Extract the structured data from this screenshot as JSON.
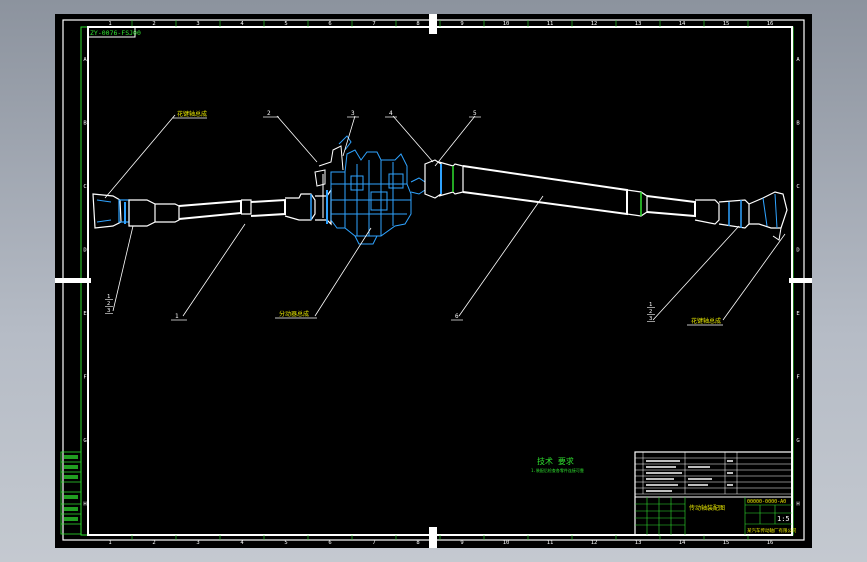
{
  "drawing": {
    "code_tag": "ZY-0076-FSJ00",
    "col_numbers": [
      "1",
      "2",
      "3",
      "4",
      "5",
      "6",
      "7",
      "8",
      "9",
      "10",
      "11",
      "12",
      "13",
      "14",
      "15",
      "16"
    ],
    "row_letters": [
      "A",
      "B",
      "C",
      "D",
      "E",
      "F",
      "G",
      "H"
    ],
    "callouts": {
      "left_yoke_note": "花键轴总成",
      "middle_assembly_note": "分动器总成",
      "right_yoke_note": "花键轴总成",
      "num_2": "2",
      "num_3": "3",
      "num_4": "4",
      "num_5": "5",
      "num_1_stack": [
        "1",
        "2",
        "3"
      ],
      "num_1_lower": "1",
      "num_6": "6",
      "num_1_right_stack": [
        "1",
        "2",
        "3"
      ]
    },
    "center_note_title": "技术 要求",
    "center_note_sub": "1.装配后检查各零件连接可靠"
  },
  "title_block": {
    "drawing_name": "传动轴装配图",
    "drawing_number": "00000-0000-A0",
    "scale": "1:5",
    "company": "某汽车传动轴厂有限公司"
  },
  "colors": {
    "frame": "#ffffff",
    "grid_line": "#2fe02f",
    "part_blue": "#2fa3ff",
    "text_yellow": "#e8e800",
    "drawing_white": "#ffffff"
  }
}
